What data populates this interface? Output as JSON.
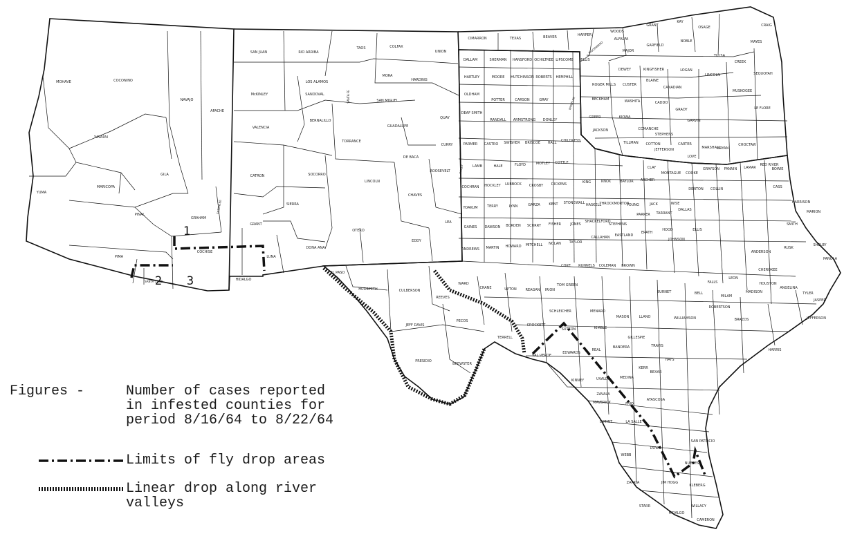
{
  "colors": {
    "ink": "#111111",
    "paper": "#ffffff"
  },
  "legend": {
    "figures_label": "Figures -",
    "figures_text": [
      "Number of cases reported",
      "in infested counties for",
      "period 8/16/64 to 8/22/64"
    ],
    "drop_limits_label": "Limits of fly drop areas",
    "linear_drop_label": [
      "Linear drop along river",
      "valleys"
    ]
  },
  "case_figures": [
    {
      "area": "Graham/Cochise",
      "count": "1"
    },
    {
      "area": "Santa Cruz",
      "count": "2"
    },
    {
      "area": "Cochise",
      "count": "3"
    }
  ],
  "counties": {
    "arizona": [
      "MOHAVE",
      "COCONINO",
      "NAVAJO",
      "APACHE",
      "YAVAPAI",
      "GILA",
      "MARICOPA",
      "YUMA",
      "PINAL",
      "GRAHAM",
      "GREENLEE",
      "PIMA",
      "COCHISE",
      "SANTA CRUZ"
    ],
    "new_mexico": [
      "SAN JUAN",
      "RIO ARRIBA",
      "TAOS",
      "COLFAX",
      "UNION",
      "MORA",
      "HARDING",
      "LOS ALAMOS",
      "SANDOVAL",
      "McKINLEY",
      "SANTA FE",
      "SAN MIGUEL",
      "VALENCIA",
      "BERNALILLO",
      "QUAY",
      "GUADALUPE",
      "TORRANCE",
      "CURRY",
      "DE BACA",
      "ROOSEVELT",
      "CATRON",
      "SOCORRO",
      "LINCOLN",
      "CHAVES",
      "SIERRA",
      "GRANT",
      "OTERO",
      "LEA",
      "EDDY",
      "DONA ANA",
      "LUNA",
      "HIDALGO"
    ],
    "oklahoma": [
      "CIMARRON",
      "TEXAS",
      "BEAVER",
      "HARPER",
      "WOODS",
      "GRANT",
      "KAY",
      "OSAGE",
      "ALFALFA",
      "MAJOR",
      "GARFIELD",
      "NOBLE",
      "WOODWARD",
      "ELLIS",
      "DEWEY",
      "KINGFISHER",
      "LOGAN",
      "LINCOLN",
      "CREEK",
      "ROGER MILLS",
      "CUSTER",
      "BLAINE",
      "CANADIAN",
      "BECKHAM",
      "WASHITA",
      "CADDO",
      "GRADY",
      "GREER",
      "KIOWA",
      "JACKSON",
      "COMANCHE",
      "STEPHENS",
      "GARVIN",
      "TILLMAN",
      "COTTON",
      "JEFFERSON",
      "CARTER",
      "LOVE",
      "MARSHALL",
      "BRYAN",
      "CHOCTAW",
      "LE FLORE",
      "CRAIG",
      "MAYES",
      "TULSA",
      "MUSKOGEE",
      "SEQUOYAH"
    ],
    "texas_panhandle": [
      "DALLAM",
      "SHERMAN",
      "HANSFORD",
      "OCHILTREE",
      "LIPSCOMB",
      "HARTLEY",
      "MOORE",
      "HUTCHINSON",
      "ROBERTS",
      "HEMPHILL",
      "OLDHAM",
      "POTTER",
      "CARSON",
      "GRAY",
      "WHEELER",
      "DEAF SMITH",
      "RANDALL",
      "ARMSTRONG",
      "DONLEY",
      "PARMER",
      "CASTRO",
      "SWISHER",
      "BRISCOE",
      "HALL",
      "CHILDRESS",
      "BAILEY",
      "LAMB",
      "HALE",
      "FLOYD",
      "MOTLEY",
      "COTTLE",
      "COCHRAN",
      "HOCKLEY",
      "LUBBOCK",
      "CROSBY",
      "DICKENS",
      "KING",
      "KNOX",
      "BAYLOR",
      "ARCHER",
      "CLAY",
      "MONTAGUE",
      "COOKE",
      "GRAYSON",
      "FANNIN",
      "LAMAR",
      "RED RIVER",
      "BOWIE",
      "CASS"
    ],
    "texas": [
      "YOAKUM",
      "TERRY",
      "LYNN",
      "GARZA",
      "KENT",
      "STONEWALL",
      "HASKELL",
      "THROCKMORTON",
      "YOUNG",
      "JACK",
      "WISE",
      "DENTON",
      "COLLIN",
      "GAINES",
      "DAWSON",
      "BORDEN",
      "SCURRY",
      "FISHER",
      "JONES",
      "SHACKELFORD",
      "STEPHENS",
      "PARKER",
      "TARRANT",
      "DALLAS",
      "ANDREWS",
      "MARTIN",
      "HOWARD",
      "MITCHELL",
      "NOLAN",
      "TAYLOR",
      "CALLAHAN",
      "EASTLAND",
      "ERATH",
      "HOOD",
      "JOHNSON",
      "ELLIS",
      "EL PASO",
      "HUDSPETH",
      "CULBERSON",
      "REEVES",
      "WARD",
      "CRANE",
      "UPTON",
      "REAGAN",
      "IRION",
      "TOM GREEN",
      "COKE",
      "RUNNELS",
      "COLEMAN",
      "BROWN",
      "JEFF DAVIS",
      "PECOS",
      "PRESIDIO",
      "BREWSTER",
      "TERRELL",
      "CROCKETT",
      "SCHLEICHER",
      "MENARD",
      "SUTTON",
      "KIMBLE",
      "MASON",
      "LLANO",
      "VAL VERDE",
      "EDWARDS",
      "REAL",
      "BANDERA",
      "KINNEY",
      "UVALDE",
      "MEDINA",
      "BEXAR",
      "MAVERICK",
      "ZAVALA",
      "FRIO",
      "ATASCOSA",
      "DIMMIT",
      "LA SALLE",
      "WEBB",
      "DUVAL",
      "ZAPATA",
      "JIM HOGG",
      "STARR",
      "HIDALGO",
      "WILLACY",
      "CAMERON",
      "KLEBERG",
      "NUECES",
      "SAN PATRICIO",
      "TRAVIS",
      "WILLIAMSON",
      "BELL",
      "FALLS",
      "MILAM",
      "BURNET",
      "GILLESPIE",
      "KERR",
      "HAYS",
      "MADISON",
      "HOUSTON",
      "ANGELINA",
      "TYLER",
      "JASPER",
      "JEFFERSON",
      "HARRIS",
      "SMITH",
      "RUSK",
      "SHELBY",
      "PANOLA",
      "HARRISON",
      "MARION",
      "ANDERSON",
      "CHEROKEE",
      "LEON",
      "ROBERTSON",
      "BRAZOS"
    ]
  }
}
